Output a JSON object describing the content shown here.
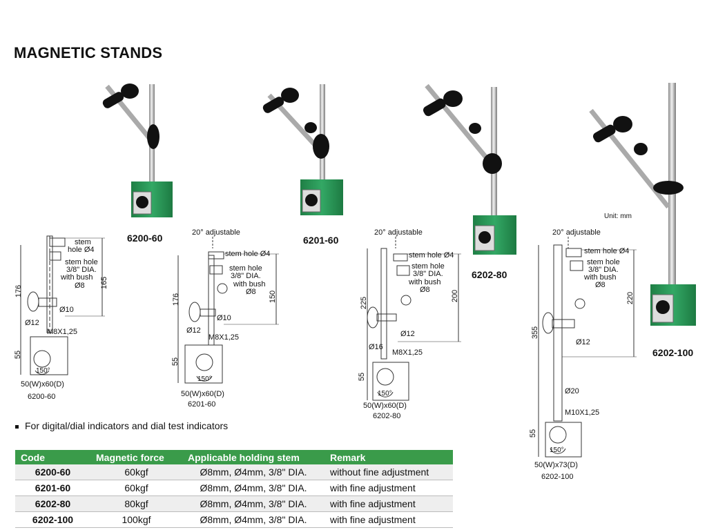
{
  "title": "MAGNETIC STANDS",
  "unit_note": "Unit: mm",
  "products": [
    {
      "code": "6200-60"
    },
    {
      "code": "6201-60"
    },
    {
      "code": "6202-80"
    },
    {
      "code": "6202-100"
    }
  ],
  "drawings": [
    {
      "code": "6200-60",
      "base": "50(W)x60(D)",
      "total_height": "176",
      "arm_height": "165",
      "base_height": "55",
      "thread": "M8X1,25",
      "rod_dia": "Ø10",
      "stem_dia": "Ø12",
      "angle": "150°",
      "labels": [
        "stem",
        "hole Ø4",
        "stem  hole",
        "3/8\" DIA.",
        "with bush",
        "Ø8"
      ]
    },
    {
      "code": "6201-60",
      "base": "50(W)x60(D)",
      "total_height": "176",
      "arm_height": "150",
      "base_height": "55",
      "thread": "M8X1,25",
      "rod_dia": "Ø10",
      "stem_dia": "Ø12",
      "angle": "150°",
      "adjustable": "20° adjustable",
      "labels": [
        "stem hole Ø4",
        "stem  hole",
        "3/8\" DIA.",
        "with bush",
        "Ø8"
      ]
    },
    {
      "code": "6202-80",
      "base": "50(W)x60(D)",
      "total_height": "225",
      "arm_height": "200",
      "base_height": "55",
      "thread": "M8X1,25",
      "rod_dia": "Ø16",
      "stem_dia": "Ø12",
      "angle": "150°",
      "adjustable": "20° adjustable",
      "labels": [
        "stem hole Ø4",
        "stem  hole",
        "3/8\" DIA.",
        "with bush",
        "Ø8"
      ]
    },
    {
      "code": "6202-100",
      "base": "50(W)x73(D)",
      "total_height": "355",
      "arm_height": "220",
      "base_height": "55",
      "thread": "M10X1,25",
      "rod_dia": "Ø20",
      "stem_dia": "Ø12",
      "angle": "150°",
      "adjustable": "20° adjustable",
      "labels": [
        "stem hole Ø4",
        "stem  hole",
        "3/8\" DIA.",
        "with bush",
        "Ø8"
      ]
    }
  ],
  "note": "For digital/dial indicators and dial test indicators",
  "table": {
    "headers": [
      "Code",
      "Magnetic force",
      "Applicable holding stem",
      "Remark"
    ],
    "rows": [
      [
        "6200-60",
        "60kgf",
        "Ø8mm, Ø4mm, 3/8\" DIA.",
        "without fine adjustment"
      ],
      [
        "6201-60",
        "60kgf",
        "Ø8mm, Ø4mm, 3/8\" DIA.",
        "with fine adjustment"
      ],
      [
        "6202-80",
        "80kgf",
        "Ø8mm, Ø4mm, 3/8\" DIA.",
        "with fine adjustment"
      ],
      [
        "6202-100",
        "100kgf",
        "Ø8mm, Ø4mm, 3/8\" DIA.",
        "with fine adjustment"
      ]
    ]
  },
  "colors": {
    "base_green": "#2e9a5a",
    "header_green": "#3a9b4a",
    "knob": "#1a1a1a",
    "rod": "#c8c8c8"
  }
}
